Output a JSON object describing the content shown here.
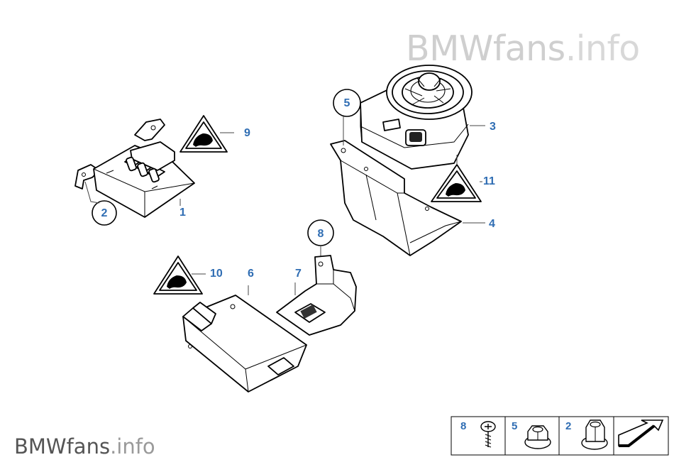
{
  "watermark": {
    "top_main": "BMWfans",
    "top_suffix": ".info",
    "bottom_main": "BMWfans",
    "bottom_suffix": ".info"
  },
  "callouts": {
    "c1": "1",
    "c2": "2",
    "c3": "3",
    "c4": "4",
    "c5": "5",
    "c6": "6",
    "c7": "7",
    "c8": "8",
    "c9": "9",
    "c10": "10",
    "c11": "11"
  },
  "legend": {
    "items": [
      {
        "number": "8",
        "icon": "screw-icon"
      },
      {
        "number": "5",
        "icon": "flange-nut-icon"
      },
      {
        "number": "2",
        "icon": "hex-nut-icon"
      }
    ],
    "arrow_icon": "next-page-arrow-icon"
  },
  "colors": {
    "callout_blue": "#2f6db3",
    "line": "#000000"
  }
}
